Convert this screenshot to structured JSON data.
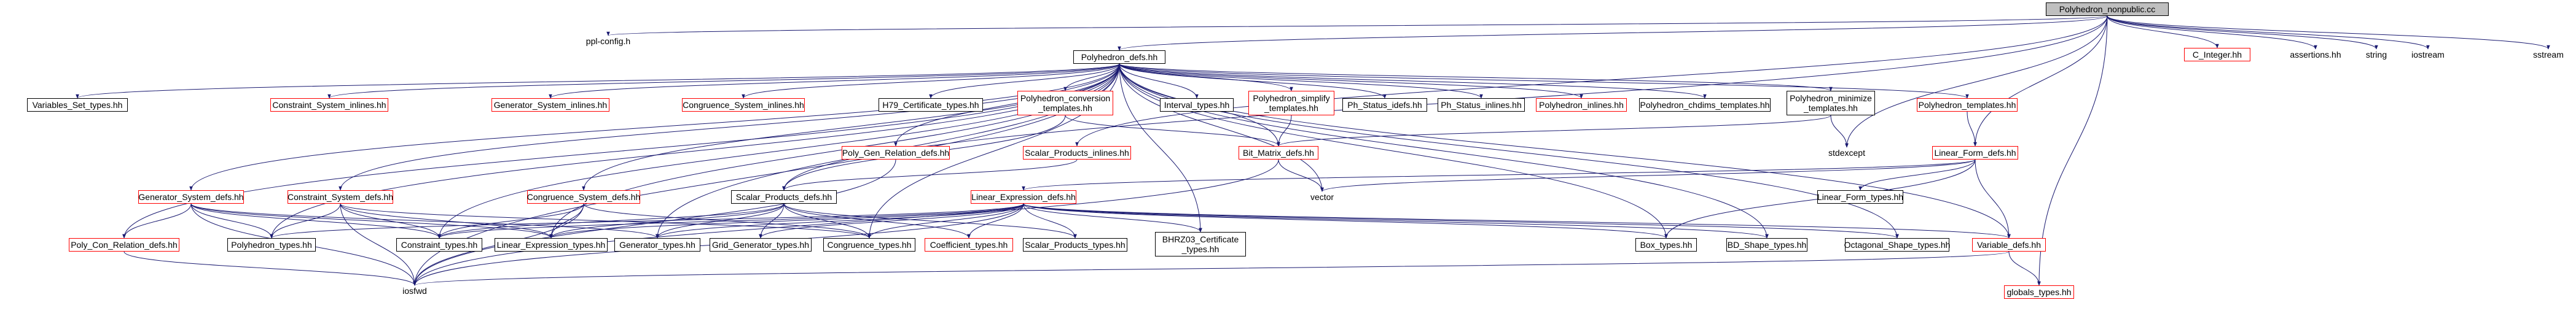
{
  "diagram": {
    "nodes": {
      "root": "Polyhedron_nonpublic.cc",
      "ppl_config": "ppl-config.h",
      "polyhedron_defs": "Polyhedron_defs.hh",
      "c_integer": "C_Integer.hh",
      "assertions": "assertions.hh",
      "string": "string",
      "iostream": "iostream",
      "sstream": "sstream",
      "variables_set_types": "Variables_Set_types.hh",
      "constraint_system_inlines": "Constraint_System_inlines.hh",
      "generator_system_inlines": "Generator_System_inlines.hh",
      "congruence_system_inlines": "Congruence_System_inlines.hh",
      "h79_certificate_types": "H79_Certificate_types.hh",
      "polyhedron_conversion_templates_1": "Polyhedron_conversion",
      "polyhedron_conversion_templates_2": "_templates.hh",
      "interval_types": "Interval_types.hh",
      "polyhedron_simplify_templates_1": "Polyhedron_simplify",
      "polyhedron_simplify_templates_2": "_templates.hh",
      "ph_status_idefs": "Ph_Status_idefs.hh",
      "ph_status_inlines": "Ph_Status_inlines.hh",
      "polyhedron_inlines": "Polyhedron_inlines.hh",
      "polyhedron_chdims_templates": "Polyhedron_chdims_templates.hh",
      "polyhedron_minimize_templates_1": "Polyhedron_minimize",
      "polyhedron_minimize_templates_2": "_templates.hh",
      "polyhedron_templates": "Polyhedron_templates.hh",
      "poly_gen_relation_defs_top": "Poly_Gen_Relation_defs.hh",
      "scalar_products_inlines": "Scalar_Products_inlines.hh",
      "bit_matrix_defs": "Bit_Matrix_defs.hh",
      "stdexcept": "stdexcept",
      "linear_form_defs": "Linear_Form_defs.hh",
      "generator_system_defs": "Generator_System_defs.hh",
      "constraint_system_defs": "Constraint_System_defs.hh",
      "congruence_system_defs": "Congruence_System_defs.hh",
      "scalar_products_defs": "Scalar_Products_defs.hh",
      "linear_expression_defs": "Linear_Expression_defs.hh",
      "vector": "vector",
      "linear_form_types": "Linear_Form_types.hh",
      "poly_con_relation_defs": "Poly_Con_Relation_defs.hh",
      "polyhedron_types": "Polyhedron_types.hh",
      "constraint_types": "Constraint_types.hh",
      "linear_expression_types": "Linear_Expression_types.hh",
      "generator_types": "Generator_types.hh",
      "grid_generator_types": "Grid_Generator_types.hh",
      "congruence_types": "Congruence_types.hh",
      "coefficient_types": "Coefficient_types.hh",
      "scalar_products_types": "Scalar_Products_types.hh",
      "bhrz03_certificate_types_1": "BHRZ03_Certificate",
      "bhrz03_certificate_types_2": "_types.hh",
      "box_types": "Box_types.hh",
      "bd_shape_types": "BD_Shape_types.hh",
      "octagonal_shape_types": "Octagonal_Shape_types.hh",
      "variable_defs": "Variable_defs.hh",
      "iosfwd": "iosfwd",
      "globals_types": "globals_types.hh"
    },
    "colors": {
      "edge": "#191970",
      "red_border": "#ff0000",
      "root_fill": "#bfbfbf"
    }
  }
}
